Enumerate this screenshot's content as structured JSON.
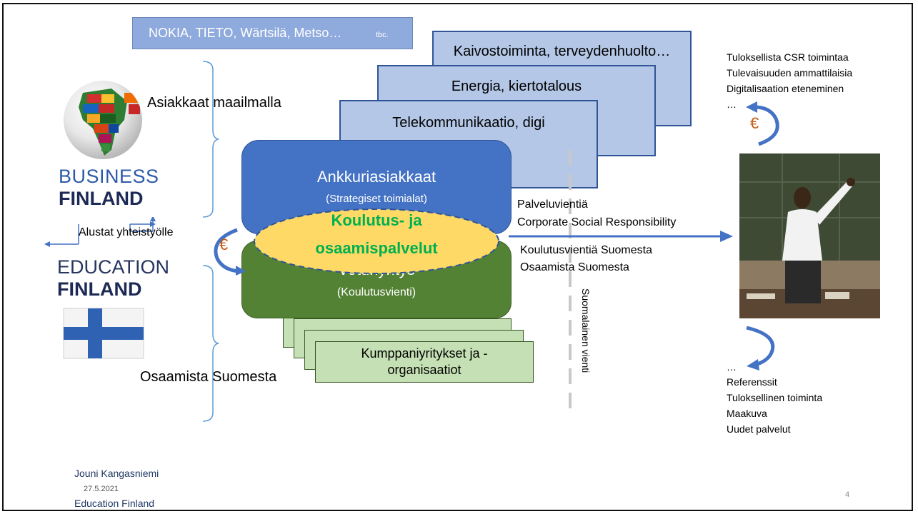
{
  "companies_banner": {
    "text": "NOKIA, TIETO, Wärtsilä, Metso…",
    "suffix": "tbc."
  },
  "sector_layers": [
    {
      "label": "Kaivostoiminta, terveydenhuolto…"
    },
    {
      "label": "Energia, kiertotalous"
    },
    {
      "label": "Telekommunikaatio, digi"
    }
  ],
  "anchor_block": {
    "title": "Ankkuriasiakkaat",
    "subtitle": "(Strategiset toimialat)"
  },
  "education_ellipse": {
    "line1": "Koulutus- ja",
    "line2": "osaamispalvelut"
  },
  "flagship_block": {
    "title": "Veturiyritys",
    "subtitle": "(Koulutusvienti)"
  },
  "partners_box": {
    "line1": "Kumppaniyritykset ja -",
    "line2": "organisaatiot"
  },
  "left_labels": {
    "clients_world": "Asiakkaat maailmalla",
    "platforms": "Alustat yhteistyölle",
    "expertise_finland": "Osaamista Suomesta"
  },
  "logos": {
    "business_finland": {
      "line1": "BUSINESS",
      "line2": "FINLAND"
    },
    "education_finland": {
      "line1": "EDUCATION",
      "line2": "FINLAND"
    }
  },
  "euro_symbol": "€",
  "export_arrow": {
    "above": [
      "Palveluvientiä",
      "Corporate Social Responsibility"
    ],
    "below": [
      "Koulutusvientiä Suomesta",
      "Osaamista Suomesta"
    ]
  },
  "vertical_label": "Suomalainen vienti",
  "benefits_top": [
    "Tuloksellista CSR toimintaa",
    "Tulevaisuuden ammattilaisia",
    "Digitalisaation eteneminen",
    "…"
  ],
  "benefits_bottom": [
    "…",
    "Referenssit",
    "Tuloksellinen toiminta",
    "Maakuva",
    "Uudet palvelut"
  ],
  "footer": {
    "author": "Jouni Kangasniemi",
    "date": "27.5.2021",
    "org": "Education Finland",
    "page_number": "4"
  },
  "colors": {
    "anchor_blue": "#4472c4",
    "layer_blue": "#b4c7e7",
    "banner_blue": "#8faadc",
    "ellipse_yellow": "#ffd966",
    "ellipse_text_green": "#00b050",
    "flagship_green": "#548235",
    "partner_green": "#c5e0b4",
    "euro_orange": "#c55a11",
    "arrow_blue": "#4472c4"
  }
}
